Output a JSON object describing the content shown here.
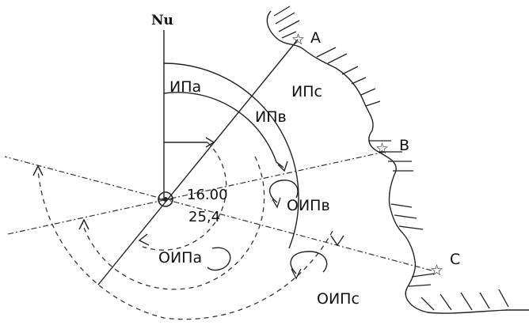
{
  "north_label": "Nu",
  "landmarks": {
    "a": "A",
    "b": "B",
    "c": "C"
  },
  "bearing_labels": {
    "ipa": "ИПа",
    "ipv": "ИПв",
    "ips": "ИПс"
  },
  "reverse_labels": {
    "oipa": "ОИПа",
    "oipv": "ОИПв",
    "oips": "ОИПс"
  },
  "fix": {
    "time": "16.00",
    "reading": "25,4"
  }
}
